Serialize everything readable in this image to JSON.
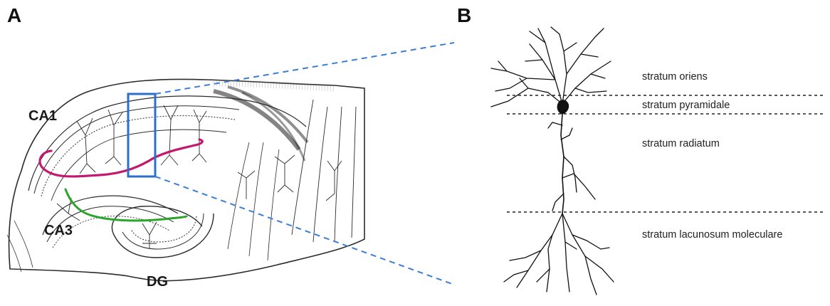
{
  "panels": {
    "a": "A",
    "b": "B"
  },
  "regions": {
    "ca1": "CA1",
    "ca3": "CA3",
    "dg": "DG"
  },
  "layers": [
    "stratum oriens",
    "stratum pyramidale",
    "stratum radiatum",
    "stratum lacunosum moleculare"
  ],
  "colors": {
    "magenta_pathway": "#c2186e",
    "green_pathway": "#2aa52a",
    "selection_box": "#2a6fc9",
    "zoom_lines": "#3b7dd8"
  }
}
